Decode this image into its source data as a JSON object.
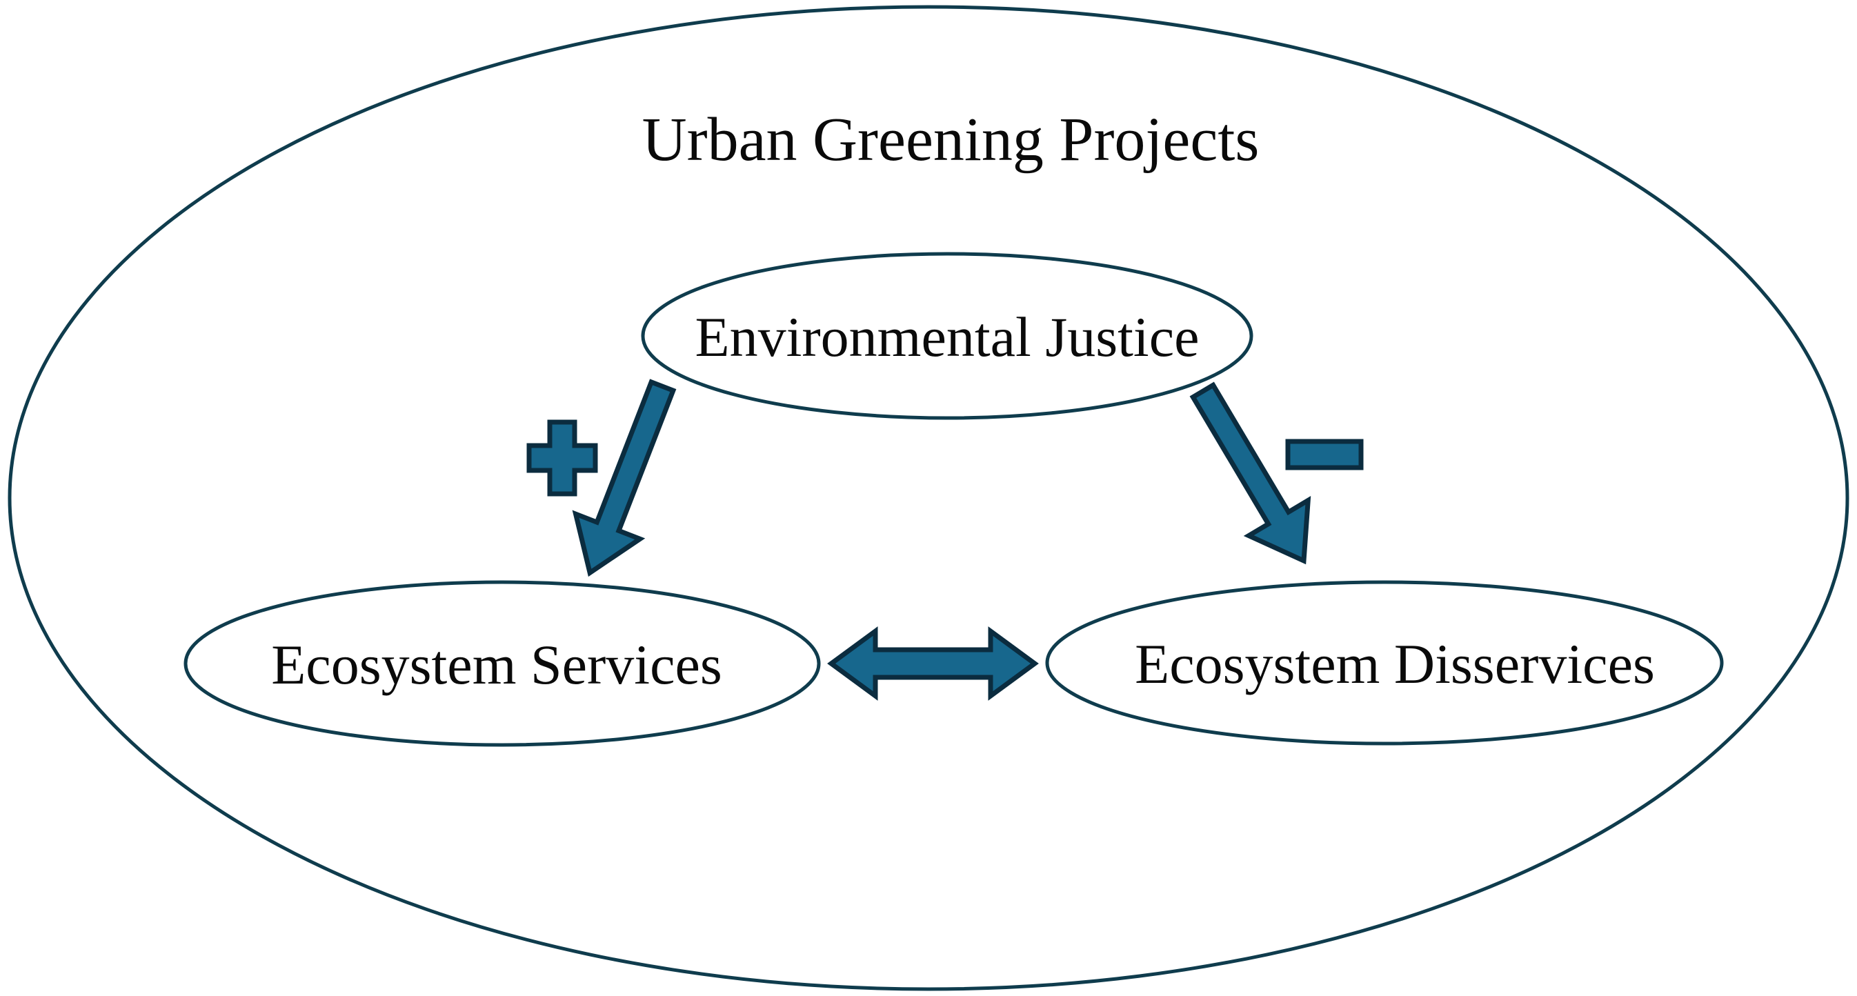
{
  "diagram": {
    "type": "concept-diagram",
    "title": "Urban Greening Projects",
    "nodes": [
      {
        "id": "urban-greening-projects",
        "label": "Urban Greening Projects",
        "shape": "ellipse",
        "role": "container"
      },
      {
        "id": "environmental-justice",
        "label": "Environmental Justice",
        "shape": "ellipse",
        "role": "node"
      },
      {
        "id": "ecosystem-services",
        "label": "Ecosystem Services",
        "shape": "ellipse",
        "role": "node"
      },
      {
        "id": "ecosystem-disservices",
        "label": "Ecosystem Disservices",
        "shape": "ellipse",
        "role": "node"
      }
    ],
    "edges": [
      {
        "from": "environmental-justice",
        "to": "ecosystem-services",
        "sign": "+",
        "style": "single-arrow"
      },
      {
        "from": "environmental-justice",
        "to": "ecosystem-disservices",
        "sign": "−",
        "style": "single-arrow"
      },
      {
        "from": "ecosystem-services",
        "to": "ecosystem-disservices",
        "sign": "",
        "style": "double-arrow"
      }
    ],
    "symbols": {
      "plus": "+",
      "minus": "−"
    },
    "colors": {
      "arrow_fill": "#17678d",
      "arrow_outline": "#0b2c3f",
      "ellipse_stroke": "#0f3c4d",
      "text": "#0a0a0a",
      "background": "#ffffff"
    }
  }
}
